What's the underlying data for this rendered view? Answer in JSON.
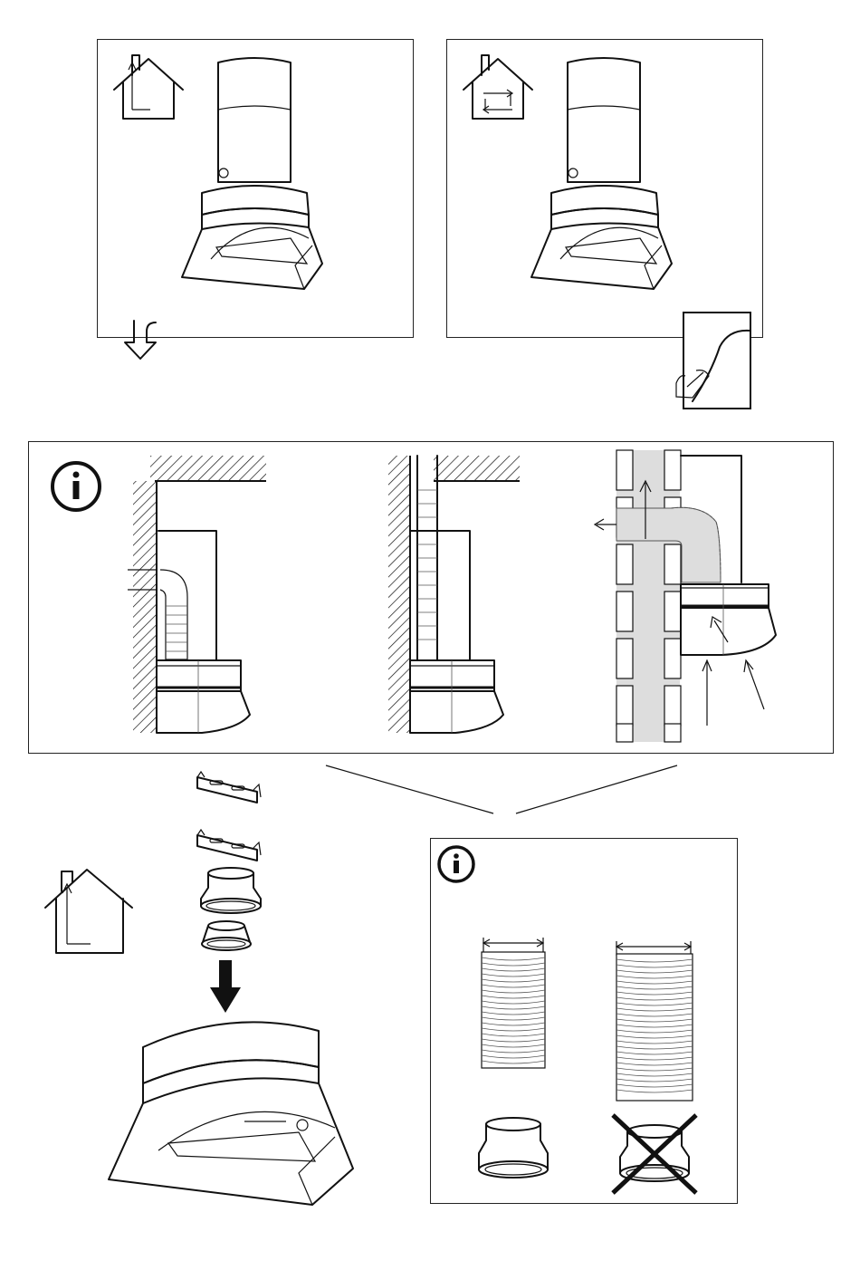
{
  "figure": {
    "top_left": {
      "mode": "extraction",
      "icons": [
        "house-extraction-icon",
        "arrow-down-icon"
      ]
    },
    "top_right": {
      "mode": "recirculation",
      "icons": [
        "house-recirculation-icon",
        "manual-page-icon"
      ]
    },
    "middle": {
      "icons": [
        "info-icon"
      ],
      "variants": [
        "flexible-duct-to-wall",
        "rigid-duct-to-ceiling",
        "duct-through-wall"
      ]
    },
    "bottom_left": {
      "mode": "extraction",
      "parts": [
        "bracket",
        "bracket",
        "reducer",
        "flange"
      ],
      "icons": [
        "house-extraction-icon",
        "down-arrow-icon"
      ]
    },
    "bottom_right": {
      "icons": [
        "info-icon",
        "cross-icon"
      ],
      "comparison": [
        "small-duct-with-reducer",
        "large-duct-without-reducer"
      ]
    }
  },
  "colors": {
    "line": "#111111",
    "duct_fill": "#dddddd",
    "background": "#ffffff"
  }
}
